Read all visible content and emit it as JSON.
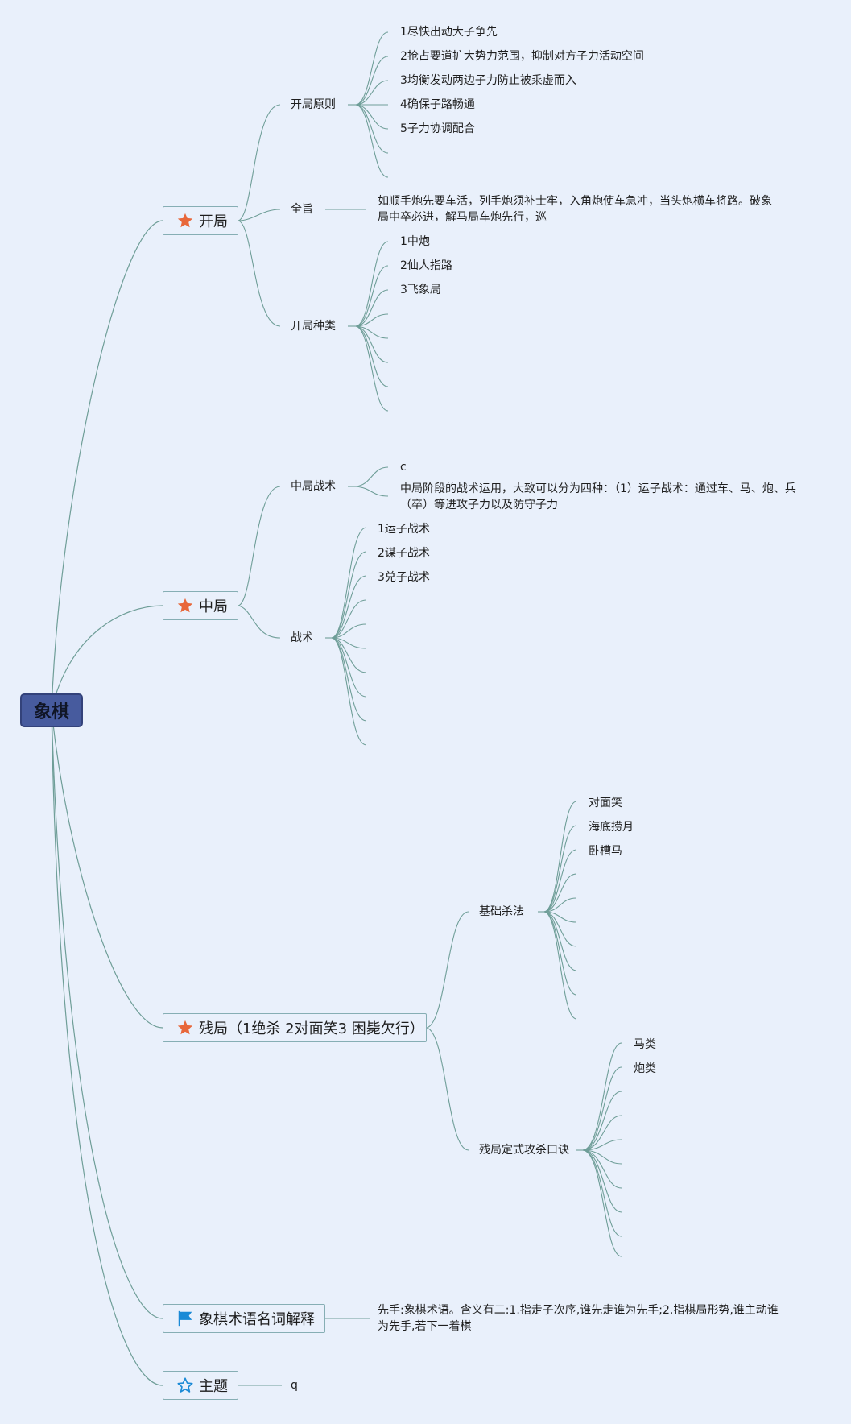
{
  "root": {
    "label": "象棋"
  },
  "branches": {
    "opening": {
      "label": "开局",
      "principles": {
        "label": "开局原则",
        "items": [
          "1尽快出动大子争先",
          "2抢占要道扩大势力范围，抑制对方子力活动空间",
          "3均衡发动两边子力防止被乘虚而入",
          "4确保子路畅通",
          "5子力协调配合"
        ]
      },
      "gist": {
        "label": "全旨",
        "text": "如顺手炮先要车活，列手炮须补士牢，入角炮使车急冲，当头炮横车将路。破象局中卒必进，解马局车炮先行，巡"
      },
      "types": {
        "label": "开局种类",
        "items": [
          "1中炮",
          "2仙人指路",
          "3飞象局"
        ]
      }
    },
    "middle": {
      "label": "中局",
      "tactics_mid": {
        "label": "中局战术",
        "items": [
          "c",
          "中局阶段的战术运用，大致可以分为四种：（1）运子战术：通过车、马、炮、兵（卒）等进攻子力以及防守子力"
        ]
      },
      "tactics": {
        "label": "战术",
        "items": [
          "1运子战术",
          "2谋子战术",
          "3兑子战术"
        ]
      }
    },
    "endgame": {
      "label": "残局（1绝杀 2对面笑3 困毙欠行）",
      "basic_kills": {
        "label": "基础杀法",
        "items": [
          "对面笑",
          "海底捞月",
          "卧槽马"
        ]
      },
      "formulas": {
        "label": "残局定式攻杀口诀",
        "items": [
          "马类",
          "炮类"
        ]
      }
    },
    "terms": {
      "label": "象棋术语名词解释",
      "text": "先手:象棋术语。含义有二:1.指走子次序,谁先走谁为先手;2.指棋局形势,谁主动谁为先手,若下一着棋"
    },
    "topic": {
      "label": "主题",
      "child": "q"
    }
  },
  "colors": {
    "background": "#e9f0fb",
    "root_fill": "#475b9e",
    "line": "#6f9e98",
    "star": "#e8673a",
    "flag": "#1b8ad6"
  },
  "icons": {
    "opening": "star-icon",
    "middle": "star-icon",
    "endgame": "star-icon",
    "terms": "flag-icon",
    "topic": "star-outline-icon"
  }
}
